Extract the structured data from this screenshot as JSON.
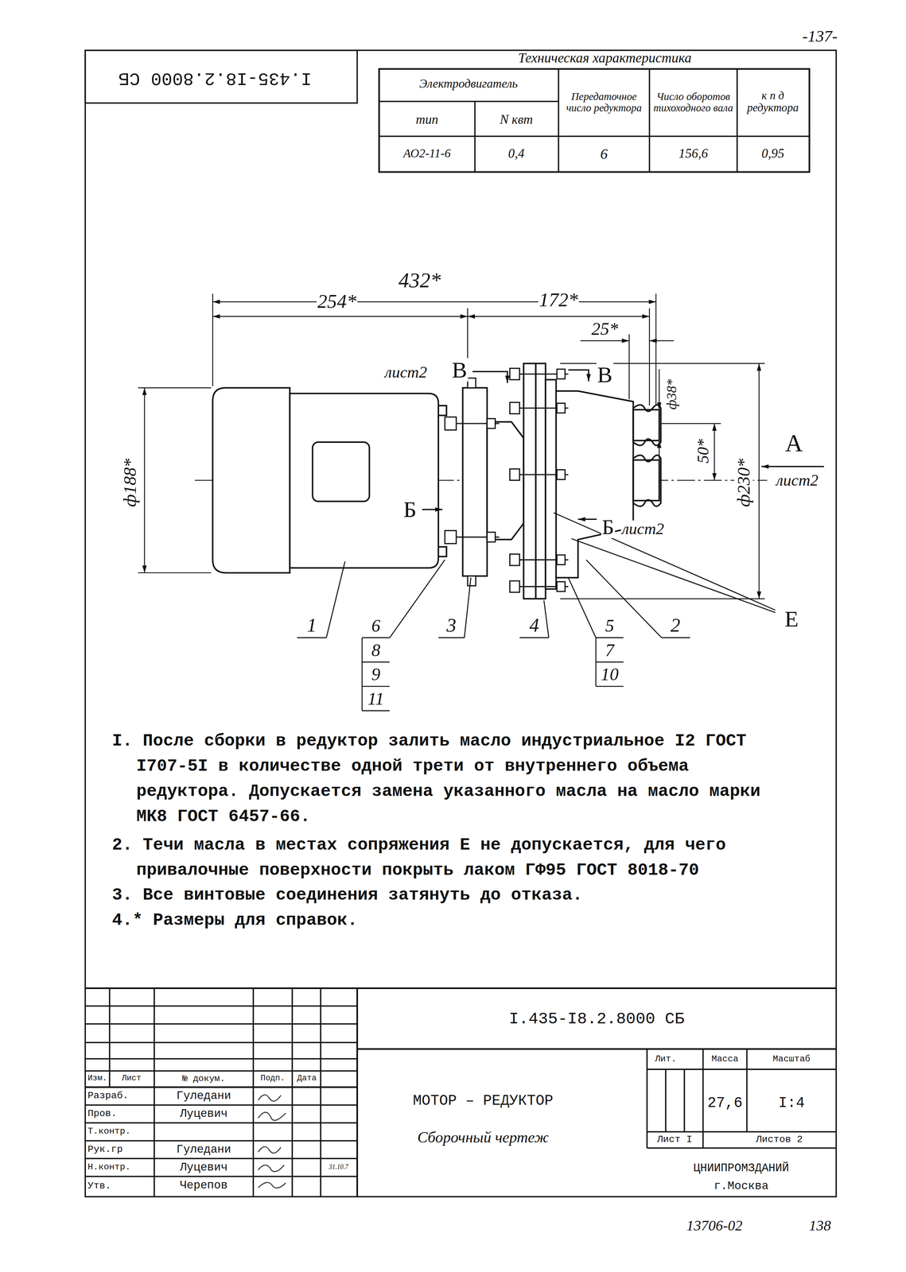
{
  "diagram": {
    "labels": [
      "-137-",
      "I.435-I8.2.8000 СБ",
      "Техническая характеристика",
      "Электродвигатель",
      "Передаточное число редуктора",
      "Число оборотов тихоходного вала",
      "к п д редуктора",
      "тип",
      "N квт",
      "АО2-11-6",
      "0,4",
      "6",
      "156,6",
      "0,95",
      "432*",
      "254*",
      "172*",
      "25*",
      "ф38*",
      "50*",
      "ф230*",
      "ф188*",
      "лист2",
      "В",
      "В",
      "Б",
      "Б",
      "лист2",
      "А",
      "лист2",
      "Е",
      "1",
      "6",
      "8",
      "9",
      "11",
      "3",
      "4",
      "5",
      "7",
      "10",
      "2",
      "I. После сборки в редуктор залить масло индустриальное I2 ГОСТ I707-5I в количестве одной трети от внутреннего объема редуктора. Допускается замена указанного масла на масло марки МК8 ГОСТ 6457-66.",
      "2. Течи масла в местах сопряжения Е не допускается, для чего привалочные поверхности покрыть лаком ГФ95 ГОСТ 8018-70",
      "3. Все винтовые соединения затянуть до отказа.",
      "4.* Размеры для справок.",
      "I.435-I8.2.8000 СБ",
      "Изм.",
      "Лист",
      "№ докум.",
      "Подп.",
      "Дата",
      "Разраб.",
      "Гуледани",
      "Пров.",
      "Луцевич",
      "Т.контр.",
      "Рук.гр",
      "Гуледани",
      "Н.контр.",
      "Луцевич",
      "31.10.7",
      "Утв.",
      "Черепов",
      "МОТОР – РЕДУКТОР",
      "Сборочный чертеж",
      "Лит.",
      "Масса",
      "Масштаб",
      "27,6",
      "I:4",
      "Лист I",
      "Листов 2",
      "ЦНИИПРОМЗДАНИЙ",
      "г.Москва",
      "13706-02",
      "138"
    ]
  }
}
